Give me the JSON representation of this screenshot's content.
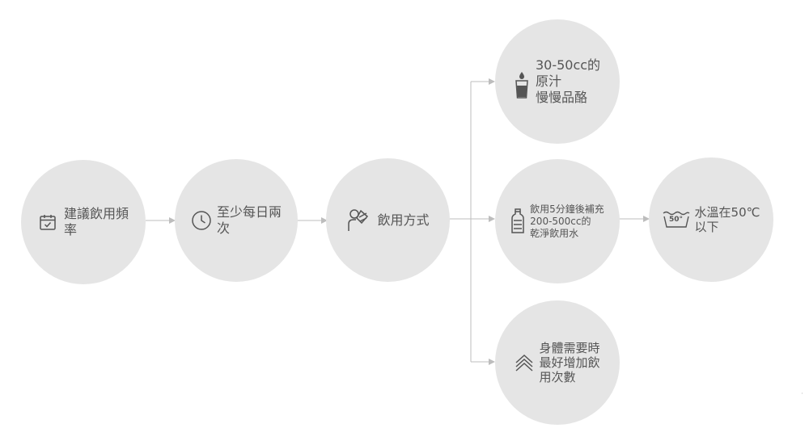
{
  "nodes": {
    "frequency": {
      "line1": "建議飲用頻",
      "line2": "率",
      "icon": "calendar-check-icon"
    },
    "daily": {
      "line1": "至少每日兩",
      "line2": "次",
      "icon": "clock-icon"
    },
    "method": {
      "line1": "飲用方式",
      "icon": "person-drinking-icon"
    },
    "juice": {
      "line1": "30-50cc的",
      "line2": "原汁",
      "line3": "慢慢品酪",
      "icon": "glass-icon"
    },
    "water": {
      "line1": "飲用5分鐘後補充",
      "line2": "200-500cc的",
      "line3": "乾淨飲用水",
      "icon": "water-bottle-icon"
    },
    "temperature": {
      "line1": "水溫在50℃",
      "line2": "以下",
      "icon": "wash-temperature-icon",
      "icon_text": "50°"
    },
    "body": {
      "line1": "身體需要時",
      "line2": "最好增加飲",
      "line3": "用次數",
      "icon": "chevrons-up-icon"
    }
  },
  "colors": {
    "node_fill": "#e5e5e5",
    "text": "#555555",
    "connector": "#bdbdbd"
  },
  "stray_mark": "·"
}
